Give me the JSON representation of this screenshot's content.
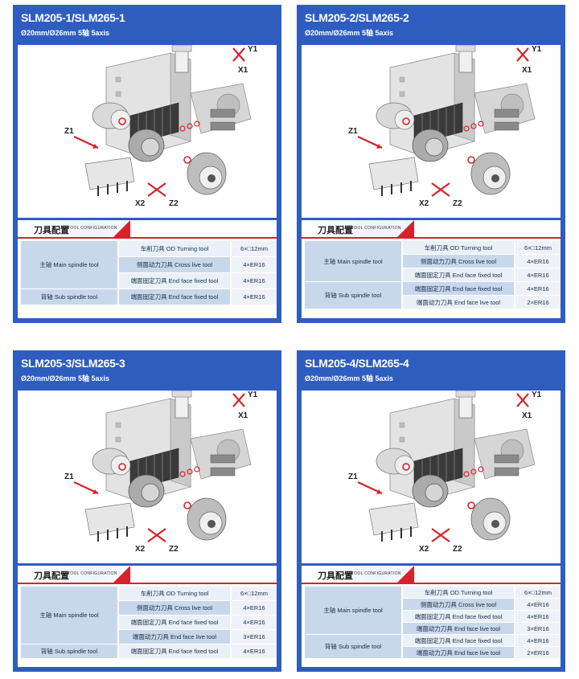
{
  "config_header": {
    "cn": "刀具配置",
    "en": "TOOL CONFIGURATION"
  },
  "cards": [
    {
      "title": "SLM205-1/SLM265-1",
      "subtitle": "Ø20mm/Ø26mm 5轴 5axis",
      "axes": {
        "y1": "Y1",
        "x1": "X1",
        "z1": "Z1",
        "x2": "X2",
        "z2": "Z2"
      },
      "groups": [
        {
          "label": "主轴 Main spindle tool",
          "rows": [
            {
              "tool": "车削刀具 OD Turning tool",
              "spec": "6×□12mm"
            },
            {
              "tool": "侧面动力刀具 Cross live tool",
              "spec": "4×ER16"
            },
            {
              "tool": "端面固定刀具 End face fixed tool",
              "spec": "4×ER16"
            }
          ]
        },
        {
          "label": "背轴 Sub spindle tool",
          "rows": [
            {
              "tool": "端面固定刀具 End face fixed tool",
              "spec": "4×ER16"
            }
          ]
        }
      ]
    },
    {
      "title": "SLM205-2/SLM265-2",
      "subtitle": "Ø20mm/Ø26mm 5轴 5axis",
      "axes": {
        "y1": "Y1",
        "x1": "X1",
        "z1": "Z1",
        "x2": "X2",
        "z2": "Z2"
      },
      "groups": [
        {
          "label": "主轴 Main spindle tool",
          "rows": [
            {
              "tool": "车削刀具 OD Turning tool",
              "spec": "6×□12mm"
            },
            {
              "tool": "侧面动力刀具 Cross live tool",
              "spec": "4×ER16"
            },
            {
              "tool": "端面固定刀具 End face fixed tool",
              "spec": "4×ER16"
            }
          ]
        },
        {
          "label": "背轴 Sub spindle tool",
          "rows": [
            {
              "tool": "端面固定刀具 End face fixed tool",
              "spec": "4×ER16"
            },
            {
              "tool": "端面动力刀具 End face live tool",
              "spec": "2×ER16"
            }
          ]
        }
      ]
    },
    {
      "title": "SLM205-3/SLM265-3",
      "subtitle": "Ø20mm/Ø26mm 5轴 5axis",
      "axes": {
        "y1": "Y1",
        "x1": "X1",
        "z1": "Z1",
        "x2": "X2",
        "z2": "Z2"
      },
      "groups": [
        {
          "label": "主轴 Main spindle tool",
          "rows": [
            {
              "tool": "车削刀具 OD Turning tool",
              "spec": "6×□12mm"
            },
            {
              "tool": "侧面动力刀具 Cross live tool",
              "spec": "4×ER16"
            },
            {
              "tool": "端面固定刀具 End face fixed tool",
              "spec": "4×ER16"
            },
            {
              "tool": "端面动力刀具 End face live tool",
              "spec": "3×ER16"
            }
          ]
        },
        {
          "label": "背轴 Sub spindle tool",
          "rows": [
            {
              "tool": "端面固定刀具 End face fixed tool",
              "spec": "4×ER16"
            }
          ]
        }
      ]
    },
    {
      "title": "SLM205-4/SLM265-4",
      "subtitle": "Ø20mm/Ø26mm 5轴 5axis",
      "axes": {
        "y1": "Y1",
        "x1": "X1",
        "z1": "Z1",
        "x2": "X2",
        "z2": "Z2"
      },
      "groups": [
        {
          "label": "主轴 Main spindle tool",
          "rows": [
            {
              "tool": "车削刀具 OD Turning tool",
              "spec": "6×□12mm"
            },
            {
              "tool": "侧面动力刀具 Cross live tool",
              "spec": "4×ER16"
            },
            {
              "tool": "端面固定刀具 End face fixed tool",
              "spec": "4×ER16"
            },
            {
              "tool": "端面动力刀具 End face live tool",
              "spec": "3×ER16"
            }
          ]
        },
        {
          "label": "背轴 Sub spindle tool",
          "rows": [
            {
              "tool": "端面固定刀具 End face fixed tool",
              "spec": "4×ER16"
            },
            {
              "tool": "端面动力刀具 End face live tool",
              "spec": "2×ER16"
            }
          ]
        }
      ]
    }
  ]
}
